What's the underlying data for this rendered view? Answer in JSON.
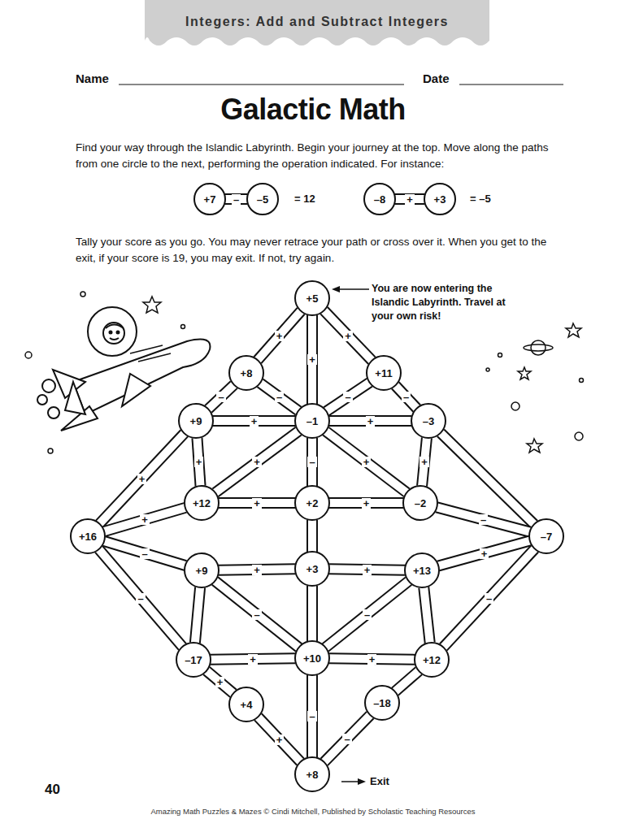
{
  "diagram": {
    "title": "Galactic Math",
    "nodes": [
      {
        "text": [
          "+7"
        ]
      },
      {
        "text": [
          "–5"
        ]
      },
      {
        "text": [
          "–8"
        ]
      },
      {
        "text": [
          "+3"
        ]
      },
      {
        "text": [
          "+5"
        ]
      },
      {
        "text": [
          "+8"
        ]
      },
      {
        "text": [
          "+11"
        ]
      },
      {
        "text": [
          "+9"
        ]
      },
      {
        "text": [
          "–1"
        ]
      },
      {
        "text": [
          "–3"
        ]
      },
      {
        "text": [
          "+12"
        ]
      },
      {
        "text": [
          "+2"
        ]
      },
      {
        "text": [
          "–2"
        ]
      },
      {
        "text": [
          "+16"
        ]
      },
      {
        "text": [
          "–7"
        ]
      },
      {
        "text": [
          "+9"
        ]
      },
      {
        "text": [
          "+3"
        ]
      },
      {
        "text": [
          "+13"
        ]
      },
      {
        "text": [
          "–17"
        ]
      },
      {
        "text": [
          "+10"
        ]
      },
      {
        "text": [
          "+12"
        ]
      },
      {
        "text": [
          "+4"
        ]
      },
      {
        "text": [
          "–18"
        ]
      },
      {
        "text": [
          "+8"
        ]
      }
    ],
    "edges": [
      {
        "from": 0,
        "to": 1,
        "arrow": "none",
        "label": "–"
      },
      {
        "from": 2,
        "to": 3,
        "arrow": "none",
        "label": "+"
      },
      {
        "from": 4,
        "to": 5,
        "arrow": "none",
        "label": "+"
      },
      {
        "from": 4,
        "to": 6,
        "arrow": "none",
        "label": "+"
      },
      {
        "from": 4,
        "to": 8,
        "arrow": "none",
        "label": "+"
      },
      {
        "from": 5,
        "to": 7,
        "arrow": "none",
        "label": "–"
      },
      {
        "from": 5,
        "to": 8,
        "arrow": "none",
        "label": "–"
      },
      {
        "from": 6,
        "to": 8,
        "arrow": "none",
        "label": "–"
      },
      {
        "from": 6,
        "to": 9,
        "arrow": "none",
        "label": "–"
      },
      {
        "from": 7,
        "to": 8,
        "arrow": "none",
        "label": "+"
      },
      {
        "from": 8,
        "to": 9,
        "arrow": "none",
        "label": "+"
      },
      {
        "from": 7,
        "to": 10,
        "arrow": "none",
        "label": "+"
      },
      {
        "from": 9,
        "to": 12,
        "arrow": "none",
        "label": "+"
      },
      {
        "from": 8,
        "to": 11,
        "arrow": "none",
        "label": "–"
      },
      {
        "from": 8,
        "to": 10,
        "arrow": "none",
        "label": "+"
      },
      {
        "from": 8,
        "to": 12,
        "arrow": "none",
        "label": "+"
      },
      {
        "from": 10,
        "to": 11,
        "arrow": "none",
        "label": "+"
      },
      {
        "from": 11,
        "to": 12,
        "arrow": "none",
        "label": "+"
      },
      {
        "from": 7,
        "to": 13,
        "arrow": "none",
        "label": "+"
      },
      {
        "from": 9,
        "to": 14,
        "arrow": "none"
      },
      {
        "from": 13,
        "to": 10,
        "arrow": "none",
        "label": "+"
      },
      {
        "from": 12,
        "to": 14,
        "arrow": "none",
        "label": "–"
      },
      {
        "from": 13,
        "to": 15,
        "arrow": "none",
        "label": "–"
      },
      {
        "from": 13,
        "to": 18,
        "arrow": "none",
        "label": "–"
      },
      {
        "from": 14,
        "to": 17,
        "arrow": "none",
        "label": "+"
      },
      {
        "from": 14,
        "to": 20,
        "arrow": "none",
        "label": "–"
      },
      {
        "from": 15,
        "to": 18,
        "arrow": "none"
      },
      {
        "from": 17,
        "to": 20,
        "arrow": "none"
      },
      {
        "from": 11,
        "to": 16,
        "arrow": "none"
      },
      {
        "from": 16,
        "to": 19,
        "arrow": "none"
      },
      {
        "from": 15,
        "to": 16,
        "arrow": "none",
        "label": "+"
      },
      {
        "from": 16,
        "to": 17,
        "arrow": "none",
        "label": "+"
      },
      {
        "from": 15,
        "to": 19,
        "arrow": "none",
        "label": "–"
      },
      {
        "from": 17,
        "to": 19,
        "arrow": "none",
        "label": "–"
      },
      {
        "from": 18,
        "to": 19,
        "arrow": "none",
        "label": "+"
      },
      {
        "from": 19,
        "to": 20,
        "arrow": "none",
        "label": "+"
      },
      {
        "from": 18,
        "to": 21,
        "arrow": "none",
        "label": "+"
      },
      {
        "from": 20,
        "to": 22,
        "arrow": "none"
      },
      {
        "from": 19,
        "to": 23,
        "arrow": "none",
        "label": "–"
      },
      {
        "from": 21,
        "to": 23,
        "arrow": "none",
        "label": "+"
      },
      {
        "from": 22,
        "to": 23,
        "arrow": "none",
        "label": "–"
      }
    ],
    "labels": [
      "Integers: Add and Subtract Integers",
      "Name",
      "Date",
      "Find your way through the Islandic Labyrinth. Begin your journey at the top. Move along the paths from one circle to the next, performing the operation indicated. For instance:",
      "= 12",
      "= –5",
      "Tally your score as you go. You may never retrace your path or cross over it. When you get to the exit, if your score is 19, you may exit. If not, try again.",
      "You are now entering the Islandic Labyrinth. Travel at your own risk!",
      "Exit",
      "40",
      "Amazing Math Puzzles & Mazes © Cindi Mitchell, Published by Scholastic Teaching Resources"
    ]
  }
}
